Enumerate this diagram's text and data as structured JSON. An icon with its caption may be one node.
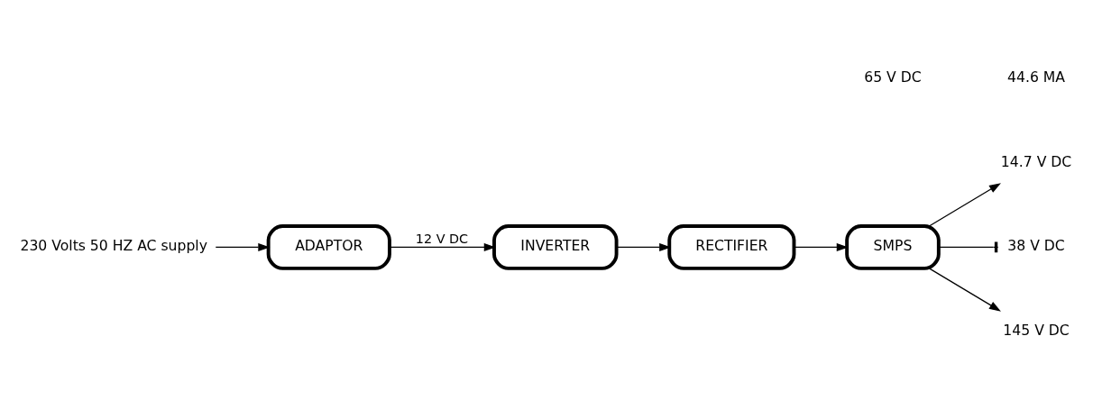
{
  "diagram": {
    "nodes": [
      {
        "text": [
          "230 Volts 50 HZ AC supply"
        ]
      },
      {
        "text": [
          "ADAPTOR"
        ]
      },
      {
        "text": [
          "INVERTER"
        ]
      },
      {
        "text": [
          "RECTIFIER"
        ]
      },
      {
        "text": [
          "SMPS"
        ]
      },
      {
        "text": [
          "14.7 V DC"
        ]
      },
      {
        "text": [
          "38 V DC"
        ]
      },
      {
        "text": [
          "145 V DC"
        ]
      }
    ],
    "edges": [
      {
        "from": 0,
        "to": 1,
        "arrow": "to"
      },
      {
        "from": 1,
        "to": 2,
        "arrow": "to",
        "label": "12 V DC"
      },
      {
        "from": 2,
        "to": 3,
        "arrow": "to"
      },
      {
        "from": 3,
        "to": 4,
        "arrow": "to"
      },
      {
        "from": 4,
        "to": 5,
        "arrow": "to"
      },
      {
        "from": 4,
        "to": 6,
        "arrow": "other"
      },
      {
        "from": 4,
        "to": 7,
        "arrow": "to"
      }
    ],
    "labels": [
      "65 V DC",
      "44.6 MA"
    ]
  }
}
